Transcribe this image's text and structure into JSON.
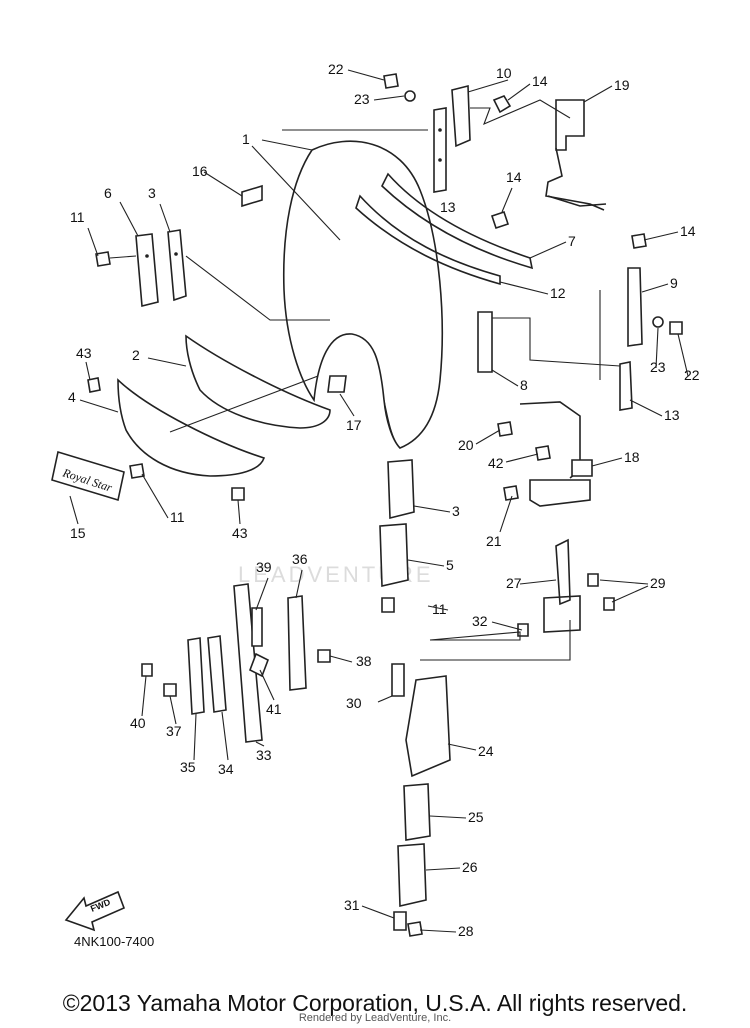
{
  "diagram": {
    "part_code": "4NK100-7400",
    "fwd_label": "FWD",
    "badge_text": "Royal Star",
    "watermark": "LEADVENTURE",
    "callouts": [
      "22",
      "10",
      "14",
      "23",
      "19",
      "1",
      "16",
      "13",
      "6",
      "3",
      "11",
      "14",
      "7",
      "12",
      "14",
      "9",
      "43",
      "2",
      "8",
      "23",
      "22",
      "4",
      "13",
      "17",
      "20",
      "42",
      "18",
      "15",
      "11",
      "43",
      "3",
      "21",
      "5",
      "39",
      "36",
      "27",
      "29",
      "11",
      "32",
      "38",
      "40",
      "37",
      "41",
      "30",
      "35",
      "34",
      "33",
      "24",
      "25",
      "26",
      "31",
      "28"
    ]
  },
  "footer": {
    "copyright": "©2013 Yamaha Motor Corporation, U.S.A. All rights reserved.",
    "rendered_by": "Rendered by LeadVenture, Inc."
  }
}
